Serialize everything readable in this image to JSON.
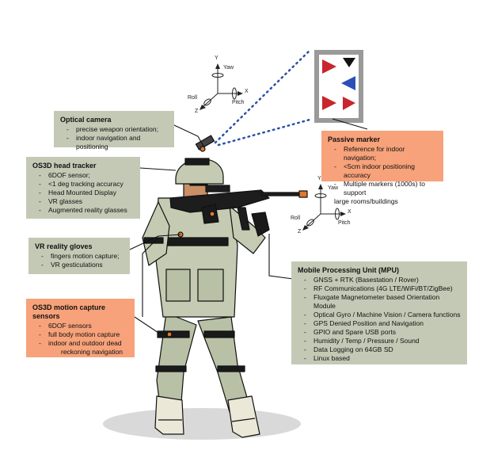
{
  "colors": {
    "green_box": "#c4c9b5",
    "orange_box": "#f7a27a",
    "marker_red": "#c8252c",
    "marker_blue": "#2b4fb8",
    "dots": "#2b4fa8"
  },
  "axes_top": {
    "y": "Y",
    "yaw": "Yaw",
    "x": "X",
    "pitch": "Pitch",
    "roll": "Roll",
    "z": "Z"
  },
  "axes_mid": {
    "y": "Y",
    "yaw": "Yaw",
    "x": "X",
    "pitch": "Pitch",
    "roll": "Roll",
    "z": "Z"
  },
  "optical_camera": {
    "title": "Optical camera",
    "items": [
      "precise weapon orientation;",
      "indoor navigation and positioning"
    ]
  },
  "head_tracker": {
    "title": "OS3D head tracker",
    "items": [
      "6DOF sensor;",
      "<1 deg tracking accuracy",
      "Head Mounted Display",
      "VR glasses",
      "Augmented reality glasses"
    ]
  },
  "vr_gloves": {
    "title": "VR reality gloves",
    "items": [
      "fingers motion capture;",
      "VR gesticulations"
    ]
  },
  "motion_capture": {
    "title": "OS3D motion capture sensors",
    "items": [
      "6DOF sensors",
      "full body motion capture",
      "indoor and outdoor dead"
    ],
    "continuation": "reckoning navigation"
  },
  "passive_marker": {
    "title": "Passive marker",
    "items": [
      "Reference for indoor navigation;",
      "<5cm indoor positioning accuracy",
      "Multiple markers (1000s) to support"
    ],
    "continuation": "large rooms/buildings"
  },
  "mpu": {
    "title": "Mobile Processing Unit (MPU)",
    "items": [
      "GNSS + RTK (Basestation / Rover)",
      "RF Communications (4G LTE/WiFi/BT/ZigBee)",
      "Fluxgate Magnetometer based Orientation Module",
      "Optical Gyro / Machine Vision / Camera functions",
      "GPS Denied Position and Navigation",
      "GPIO and Spare USB ports",
      "Humidity / Temp / Pressure / Sound",
      "Data Logging on 64GB SD",
      "Linux based"
    ]
  }
}
